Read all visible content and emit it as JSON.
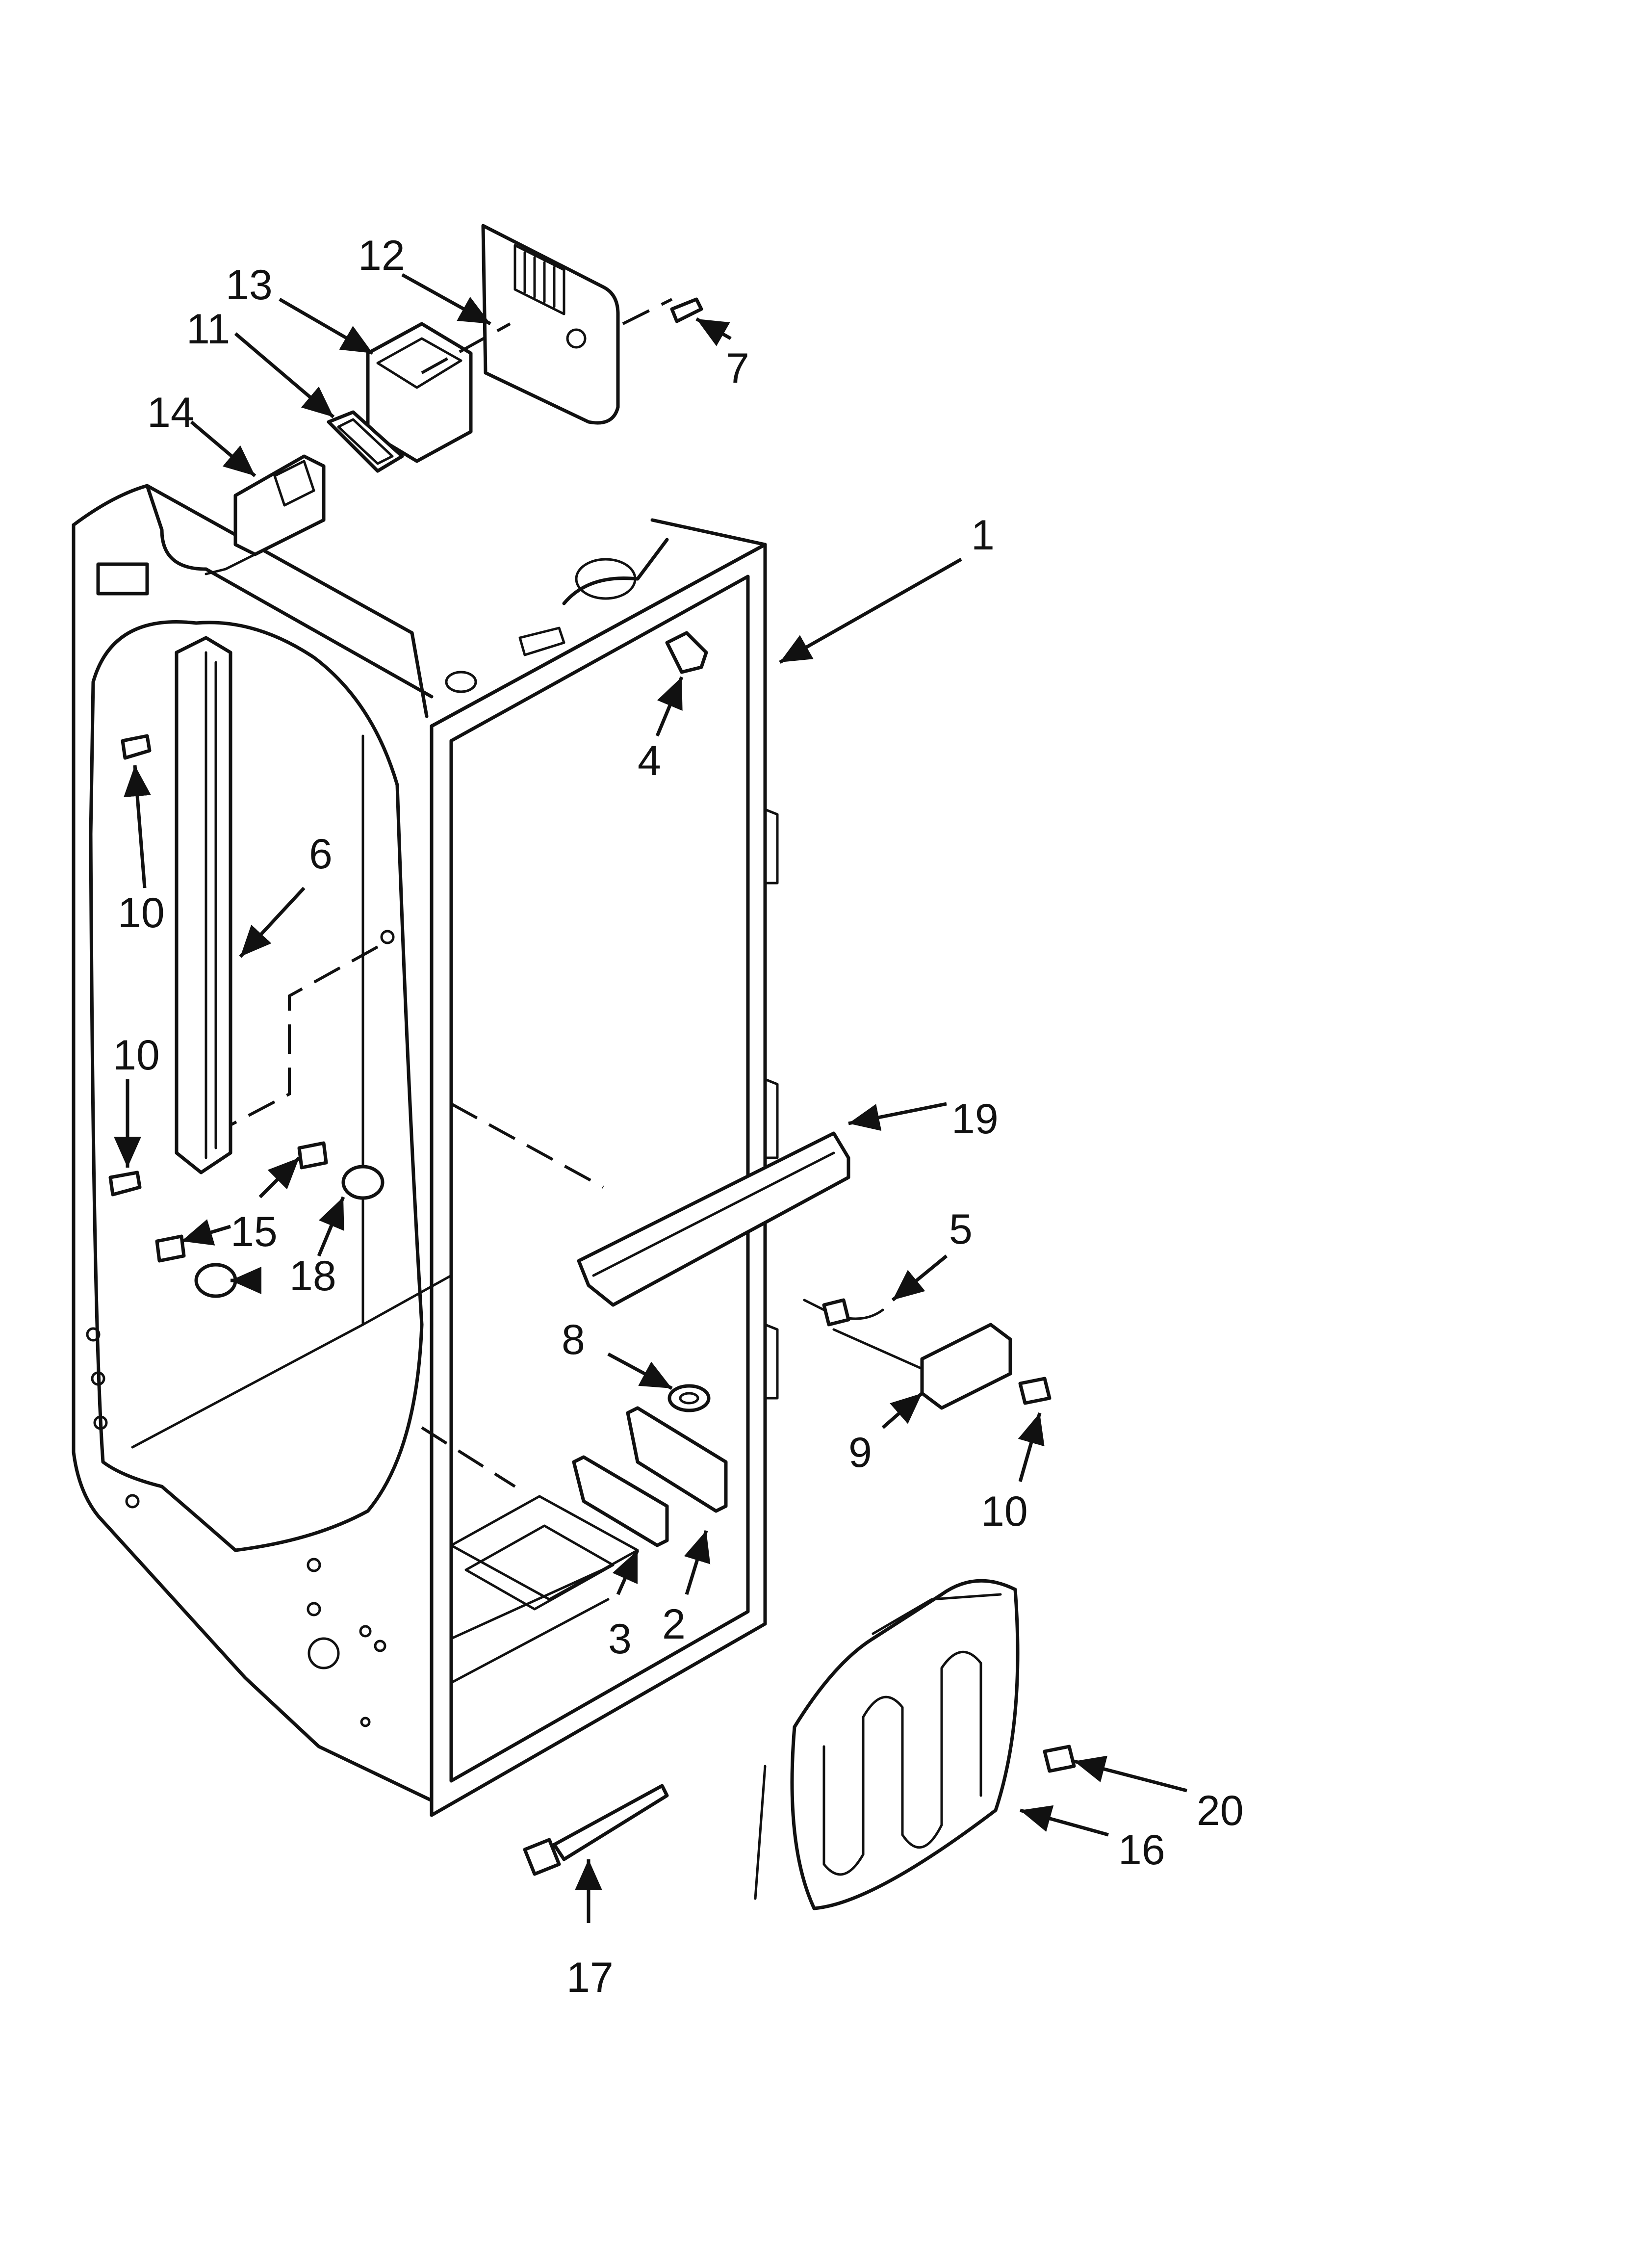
{
  "callouts": [
    {
      "id": "1",
      "label": "1"
    },
    {
      "id": "2",
      "label": "2"
    },
    {
      "id": "3",
      "label": "3"
    },
    {
      "id": "4",
      "label": "4"
    },
    {
      "id": "5",
      "label": "5"
    },
    {
      "id": "6",
      "label": "6"
    },
    {
      "id": "7",
      "label": "7"
    },
    {
      "id": "8",
      "label": "8"
    },
    {
      "id": "9",
      "label": "9"
    },
    {
      "id": "10a",
      "label": "10"
    },
    {
      "id": "10b",
      "label": "10"
    },
    {
      "id": "10c",
      "label": "10"
    },
    {
      "id": "11",
      "label": "11"
    },
    {
      "id": "12",
      "label": "12"
    },
    {
      "id": "13",
      "label": "13"
    },
    {
      "id": "14",
      "label": "14"
    },
    {
      "id": "15",
      "label": "15"
    },
    {
      "id": "16",
      "label": "16"
    },
    {
      "id": "17",
      "label": "17"
    },
    {
      "id": "18",
      "label": "18"
    },
    {
      "id": "19",
      "label": "19"
    },
    {
      "id": "20",
      "label": "20"
    }
  ],
  "colors": {
    "line": "#111111",
    "background": "#ffffff"
  }
}
